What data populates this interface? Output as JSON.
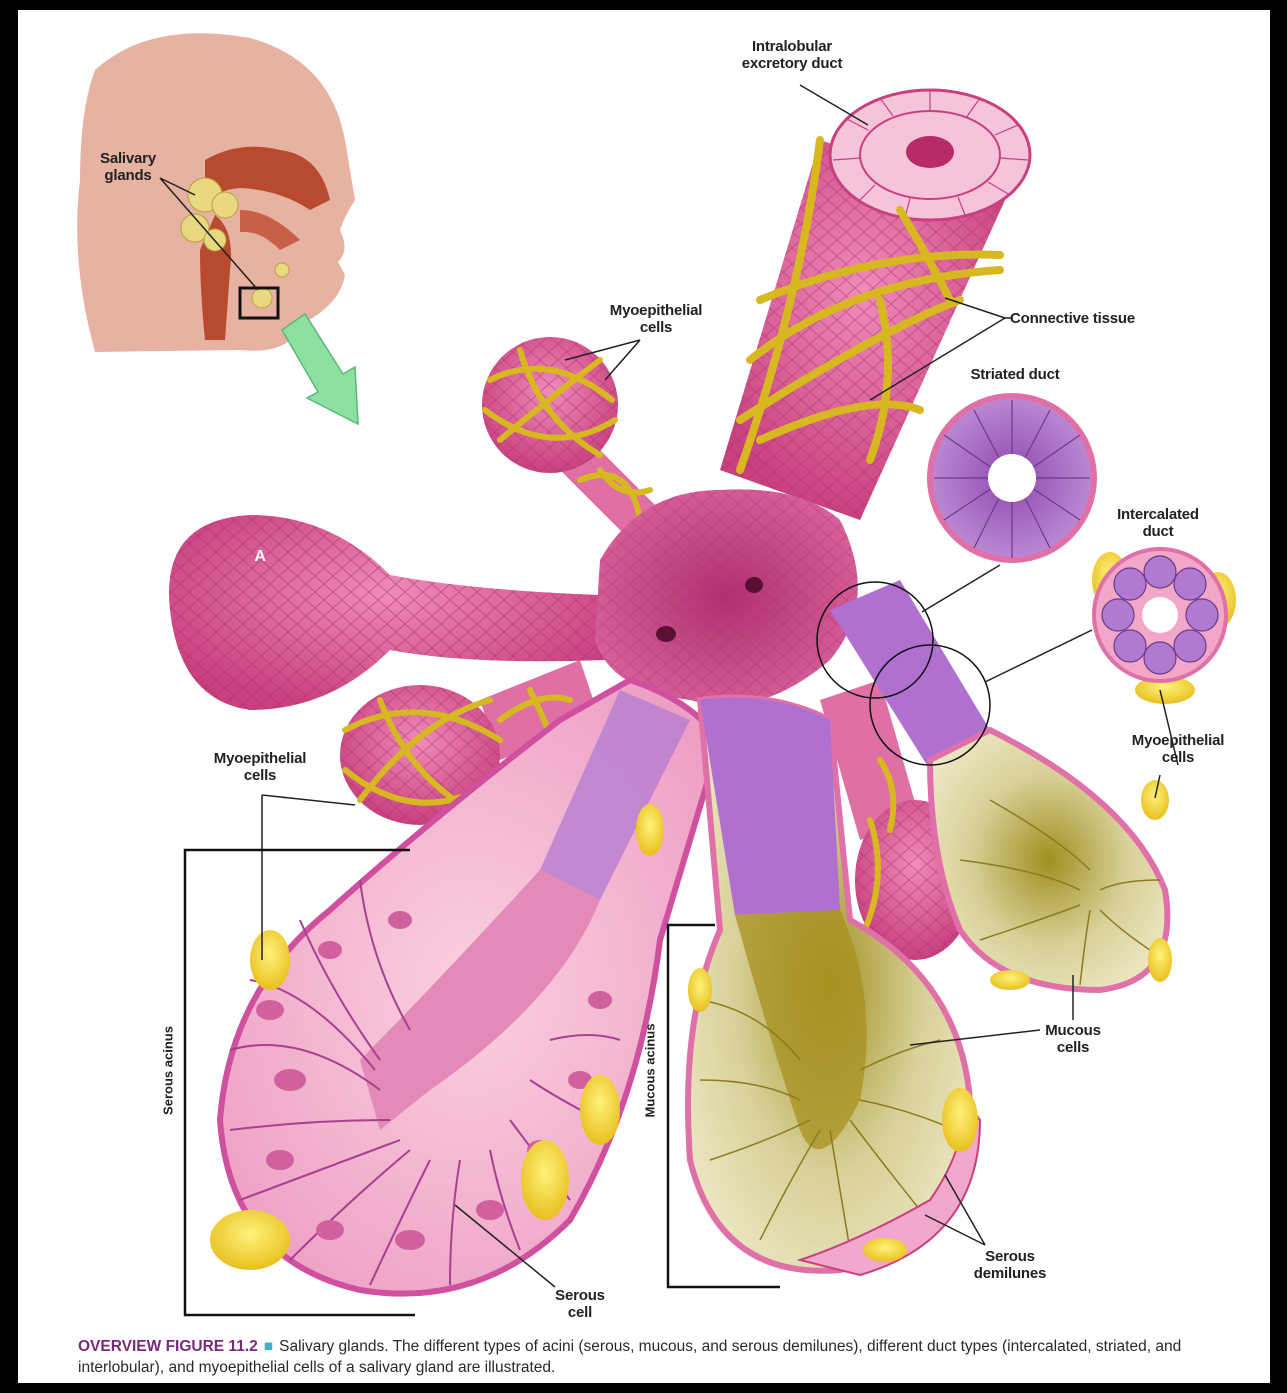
{
  "labels": {
    "salivary_glands": "Salivary\nglands",
    "intralobular_duct": "Intralobular\nexcretory duct",
    "myoepithelial_top": "Myoepithelial\ncells",
    "connective_tissue": "Connective tissue",
    "striated_duct": "Striated duct",
    "intercalated_duct": "Intercalated\nduct",
    "acinus_a": "A",
    "myoepithelial_right": "Myoepithelial\ncells",
    "myoepithelial_left": "Myoepithelial\ncells",
    "mucous_cells": "Mucous\ncells",
    "serous_demilunes": "Serous\ndemilunes",
    "serous_cell": "Serous\ncell",
    "serous_acinus": "Serous acinus",
    "mucous_acinus": "Mucous acinus"
  },
  "caption": {
    "figure": "OVERVIEW FIGURE 11.2",
    "text": "Salivary glands. The different types of acini (serous, mucous, and serous demilunes), different duct types (intercalated, striated, and interlobular), and myoepithelial cells of a salivary gland are illustrated."
  },
  "colors": {
    "pink": "#e0669a",
    "light_pink": "#f4b8d0",
    "purple": "#a86cc0",
    "yellow": "#e8c830",
    "mucous": "#d8d4a0",
    "head": "#e8b0a0"
  }
}
